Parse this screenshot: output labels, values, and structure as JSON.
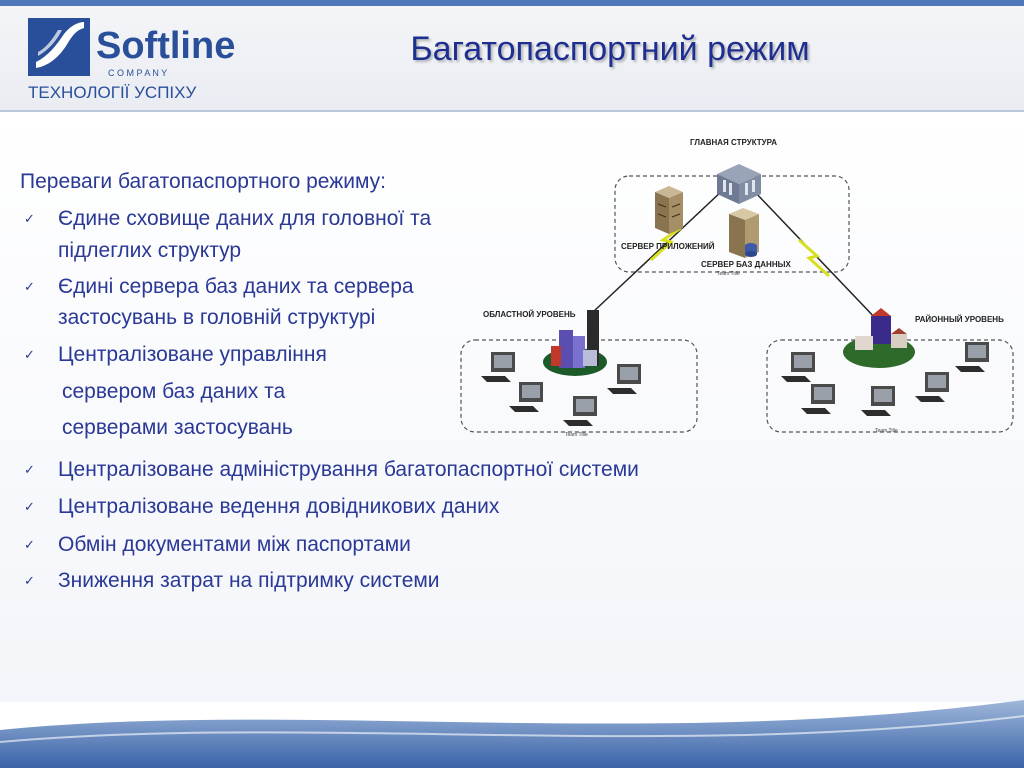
{
  "header": {
    "title": "Багатопаспортний режим",
    "logo": {
      "brand": "Softline",
      "company": "C O M P A N Y",
      "tagline": "ТЕХНОЛОГІЇ УСПІХУ"
    }
  },
  "content": {
    "subtitle": "Переваги багатопаспортного режиму:",
    "bullets": [
      {
        "lines": [
          "Єдине сховище даних для головної та",
          "підлеглих структур"
        ]
      },
      {
        "lines": [
          "Єдині сервера баз даних та сервера",
          "застосувань в головній структурі"
        ]
      },
      {
        "lines": [
          "Централізоване управління",
          "сервером баз даних та",
          "серверами застосувань"
        ]
      },
      {
        "lines": [
          "Централізоване  адміністрування багатопаспортної системи"
        ]
      },
      {
        "lines": [
          "Централізоване ведення довідникових даних"
        ]
      },
      {
        "lines": [
          "Обмін документами між паспортами"
        ]
      },
      {
        "lines": [
          "Зниження затрат на підтримку системи"
        ]
      }
    ]
  },
  "diagram": {
    "main_label": "ГЛАВНАЯ СТРУКТУРА",
    "app_server_label": "СЕРВЕР ПРИЛОЖЕНИЙ",
    "db_server_label": "СЕРВЕР БАЗ ДАННЫХ",
    "regional_label": "ОБЛАСТНОЙ УРОВЕНЬ",
    "district_label": "РАЙОННЫЙ УРОВЕНЬ",
    "group_caption": "Team Title"
  },
  "colors": {
    "title": "#1e2f8f",
    "text": "#2a3896",
    "accent": "#4f78b8"
  }
}
